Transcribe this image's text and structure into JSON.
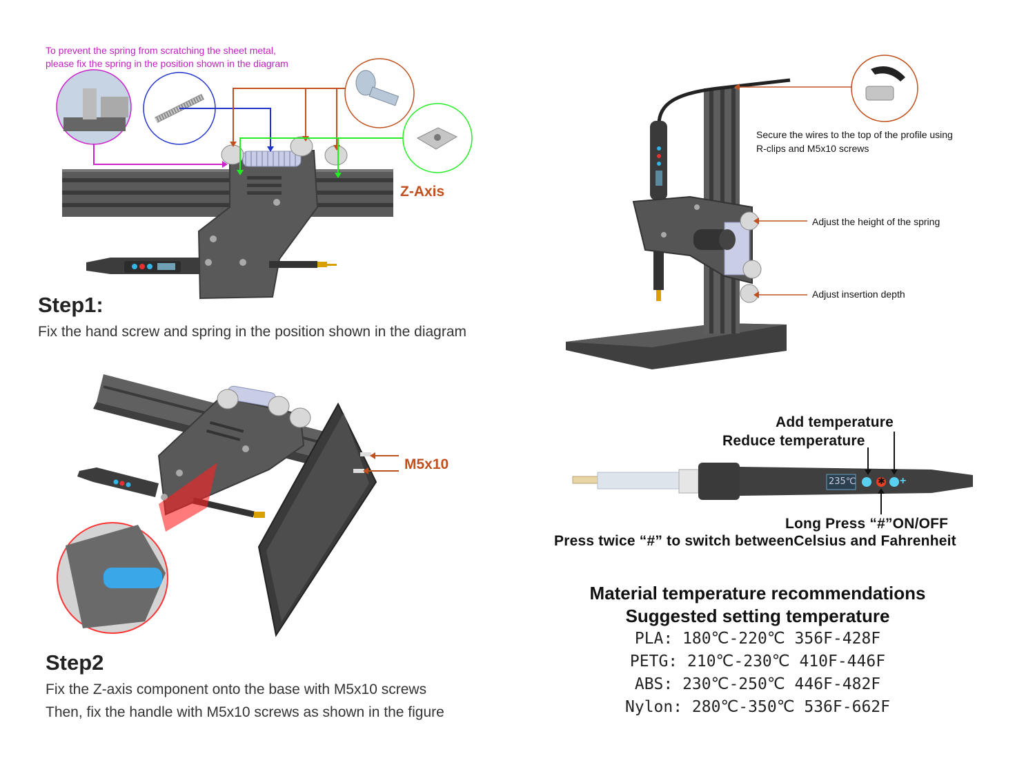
{
  "step1": {
    "note_line1": "To prevent the spring from scratching the sheet metal,",
    "note_line2": "please fix the spring in the position shown in the diagram",
    "zaxis_label": "Z-Axis",
    "title": "Step1:",
    "text": "Fix the hand screw and spring in the position shown in the diagram"
  },
  "step2": {
    "screw_label": "M5x10",
    "title": "Step2",
    "text_line1": "Fix the Z-axis component onto the base with M5x10 screws",
    "text_line2": "Then, fix the handle with M5x10 screws as shown in the figure"
  },
  "stand": {
    "wires_line1": "Secure the wires to the top of the profile using",
    "wires_line2": "R-clips and M5x10 screws",
    "spring_height": "Adjust the height of the spring",
    "insertion_depth": "Adjust insertion depth"
  },
  "handle": {
    "add_temp": "Add temperature",
    "reduce_temp": "Reduce temperature",
    "display": "235℃",
    "long_press": "Long Press “#”ON/OFF",
    "press_twice": "Press twice “#” to switch betweenCelsius and Fahrenheit"
  },
  "temperatures": {
    "heading1": "Material temperature recommendations",
    "heading2": "Suggested setting temperature",
    "rows": [
      "PLA: 180℃-220℃ 356F-428F",
      "PETG: 210℃-230℃ 410F-446F",
      "ABS: 230℃-250℃ 446F-482F",
      "Nylon: 280℃-350℃ 536F-662F"
    ]
  },
  "colors": {
    "arrow_orange": "#c0501e",
    "arrow_green": "#22ee22",
    "arrow_blue": "#2233cc",
    "arrow_magenta": "#cc22cc",
    "metal_dark": "#4a4a4a"
  }
}
